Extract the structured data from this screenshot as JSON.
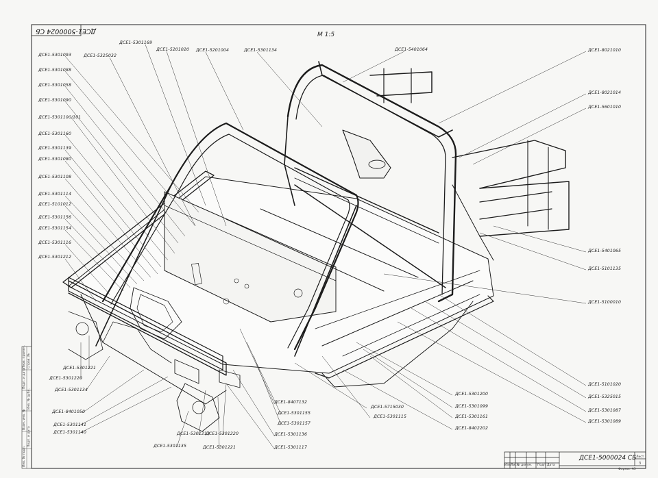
{
  "sheet": {
    "corner_code": "ДСЕ1-5000024 СБ",
    "scale": "М 1:5",
    "doc_code": "ДСЕ1-5000024 СБ",
    "sheet_label": "Лист",
    "sheet_number": "3",
    "format_label": "Формат А3",
    "title_block_cells": [
      "Изм.",
      "Лист",
      "№ докум.",
      "Подп.",
      "Дата"
    ],
    "side_strip_labels": [
      "Перв. примен.",
      "Справ. №",
      "Подп. и дата",
      "Инв. № дубл.",
      "Взам. инв. №",
      "Подп. и дата",
      "Инв. № подл."
    ]
  },
  "callouts": {
    "left": [
      "ДСЕ1-5301093",
      "ДСЕ1-5301088",
      "ДСЕ1-5301058",
      "ДСЕ1-5301090",
      "ДСЕ1-5301100/101",
      "ДСЕ1-5301160",
      "ДСЕ1-5301139",
      "ДСЕ1-5301080",
      "ДСЕ1-5301108",
      "ДСЕ1-5301114",
      "ДСЕ1-5101012",
      "ДСЕ1-5301156",
      "ДСЕ1-5301154",
      "ДСЕ1-5301116",
      "ДСЕ1-5301212"
    ],
    "top": [
      "ДСЕ1-5325032",
      "ДСЕ1-5301169",
      "ДСЕ1-5201020",
      "ДСЕ1-5201004",
      "ДСЕ1-5301134",
      "ДСЕ1-5401064"
    ],
    "right": [
      "ДСЕ1-8021010",
      "ДСЕ1-8021014",
      "ДСЕ1-5601010",
      "ДСЕ1-5401065",
      "ДСЕ1-5101135",
      "ДСЕ1-5100010",
      "ДСЕ1-5101020",
      "ДСЕ1-5325015",
      "ДСЕ1-5301087",
      "ДСЕ1-5301089"
    ],
    "bottom_left": [
      "ДСЕ1-5301221",
      "ДСЕ1-5301220",
      "ДСЕ1-5301134",
      "ДСЕ1-8401050",
      "ДСЕ1-5301141",
      "ДСЕ1-5301140"
    ],
    "bottom_mid": [
      "ДСЕ1-5301135",
      "ДСЕ1-5301213",
      "ДСЕ1-5301221",
      "ДСЕ1-5301220",
      "ДСЕ1-8407132",
      "ДСЕ1-5301155",
      "ДСЕ1-5301157",
      "ДСЕ1-5301136",
      "ДСЕ1-5301117"
    ],
    "bottom_right": [
      "ДСЕ1-5715030",
      "ДСЕ1-5301115",
      "ДСЕ1-5301200",
      "ДСЕ1-5301099",
      "ДСЕ1-5301161",
      "ДСЕ1-8402202"
    ]
  },
  "colors": {
    "ink": "#1c1c1c",
    "paper": "#f7f7f5"
  }
}
